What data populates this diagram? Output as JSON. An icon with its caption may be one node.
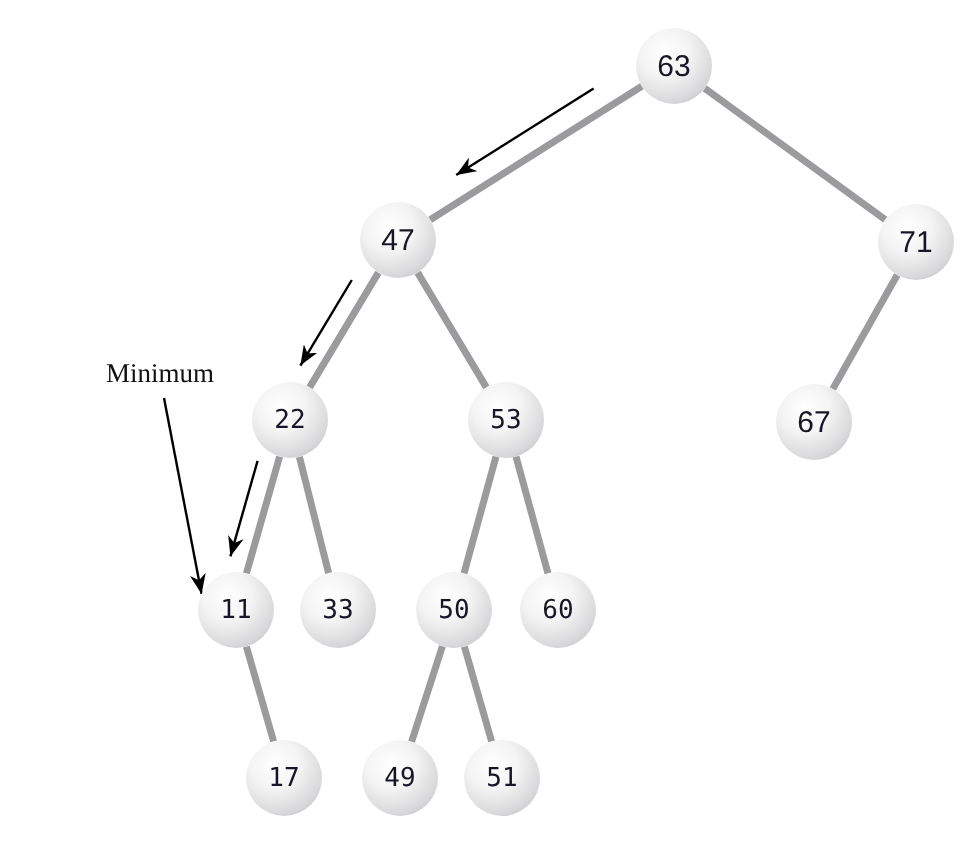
{
  "diagram": {
    "nodes": [
      {
        "text": [
          "63"
        ]
      },
      {
        "text": [
          "47"
        ]
      },
      {
        "text": [
          "71"
        ]
      },
      {
        "text": [
          "Minimum"
        ]
      },
      {
        "text": [
          "22"
        ]
      },
      {
        "text": [
          "53"
        ]
      },
      {
        "text": [
          "67"
        ]
      },
      {
        "text": [
          "11"
        ]
      },
      {
        "text": [
          "33"
        ]
      },
      {
        "text": [
          "50"
        ]
      },
      {
        "text": [
          "60"
        ]
      },
      {
        "text": [
          "17"
        ]
      },
      {
        "text": [
          "49"
        ]
      },
      {
        "text": [
          "51"
        ]
      }
    ],
    "edges": [
      {
        "from": 0,
        "to": 1,
        "arrow": "none"
      },
      {
        "from": 0,
        "to": 2,
        "arrow": "none"
      },
      {
        "from": 1,
        "to": 4,
        "arrow": "none"
      },
      {
        "from": 1,
        "to": 5,
        "arrow": "none"
      },
      {
        "from": 2,
        "to": 6,
        "arrow": "none"
      },
      {
        "from": 4,
        "to": 7,
        "arrow": "none"
      },
      {
        "from": 4,
        "to": 8,
        "arrow": "none"
      },
      {
        "from": 5,
        "to": 9,
        "arrow": "none"
      },
      {
        "from": 5,
        "to": 10,
        "arrow": "none"
      },
      {
        "from": 7,
        "to": 11,
        "arrow": "none"
      },
      {
        "from": 9,
        "to": 12,
        "arrow": "none"
      },
      {
        "from": 9,
        "to": 13,
        "arrow": "none"
      },
      {
        "from": 3,
        "to": 7,
        "arrow": "to",
        "color": "#000000"
      },
      {
        "from": 0,
        "to": 1,
        "arrow": "to",
        "color": "#000000"
      },
      {
        "from": 1,
        "to": 4,
        "arrow": "to",
        "color": "#000000"
      },
      {
        "from": 4,
        "to": 7,
        "arrow": "to",
        "color": "#000000"
      }
    ]
  }
}
